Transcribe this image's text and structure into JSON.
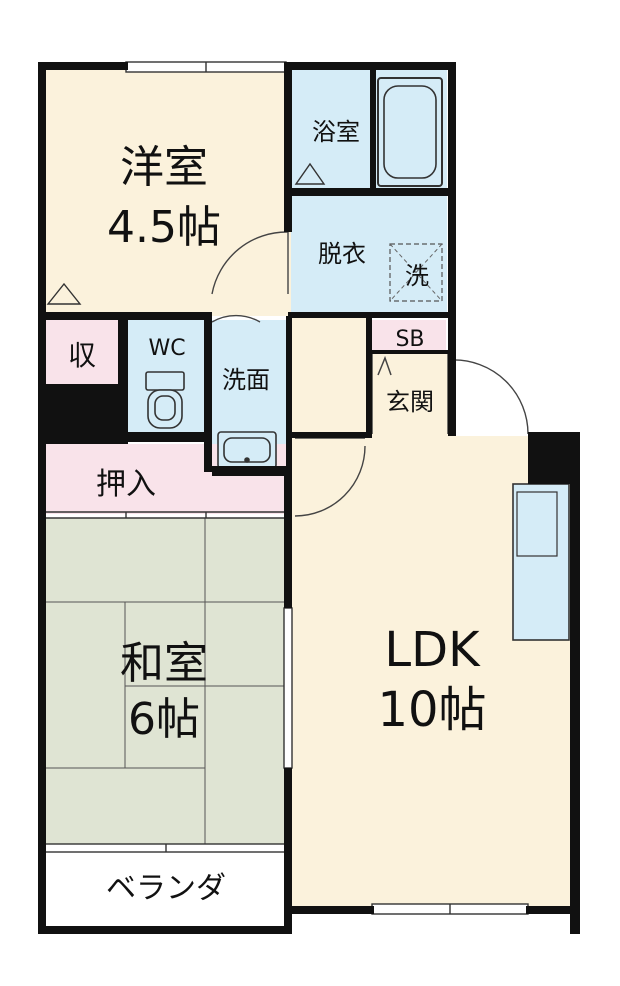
{
  "rooms": {
    "western": {
      "name": "洋室",
      "size": "4.5帖"
    },
    "storage_small": {
      "name": "収"
    },
    "wc": {
      "name": "WC"
    },
    "washroom": {
      "name": "洗面"
    },
    "bathroom": {
      "name": "浴室"
    },
    "dressing": {
      "name": "脱衣"
    },
    "washer": {
      "name": "洗"
    },
    "shoe_box": {
      "name": "SB"
    },
    "entrance": {
      "name": "玄関"
    },
    "closet": {
      "name": "押入"
    },
    "japanese": {
      "name": "和室",
      "size": "6帖"
    },
    "ldk": {
      "name": "LDK",
      "size": "10帖"
    },
    "veranda": {
      "name": "ベランダ"
    }
  },
  "colors": {
    "wall": "#111111",
    "floor_wood": "#fbf2dc",
    "floor_wet": "#d5ecf7",
    "storage": "#f9e3ea",
    "tatami": "#dfe4d3",
    "veranda": "#ffffff"
  }
}
